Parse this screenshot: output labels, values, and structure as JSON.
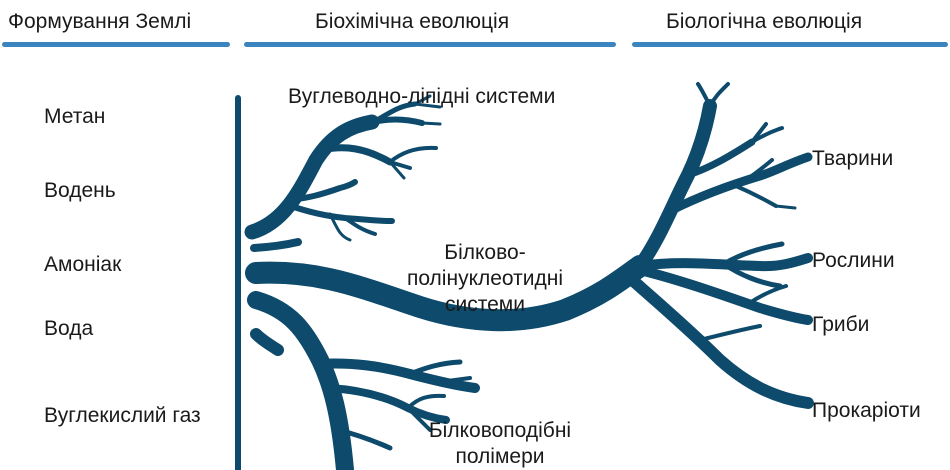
{
  "header": {
    "stage_1": "Формування Землі",
    "stage_2": "Біохімічна еволюція",
    "stage_3": "Біологічна еволюція"
  },
  "substances": [
    "Метан",
    "Водень",
    "Амоніак",
    "Вода",
    "Вуглекислий газ"
  ],
  "systems": {
    "top": "Вуглеводно-ліпідні системи",
    "middle": "Білково-полінуклеотидні системи",
    "bottom": "Білковоподібні полімери"
  },
  "organisms": [
    "Тварини",
    "Рослини",
    "Гриби",
    "Прокаріоти"
  ],
  "colors": {
    "header_line": "#3a85bf",
    "tree": "#0d4a6b"
  }
}
